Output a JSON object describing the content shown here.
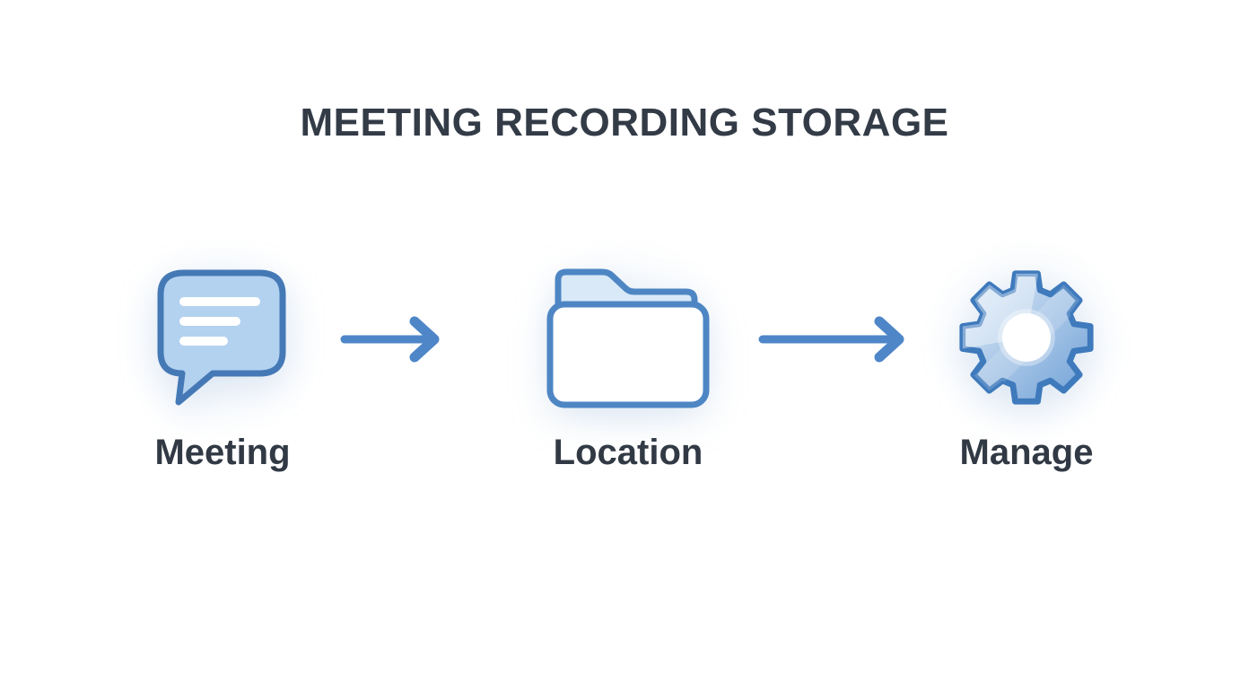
{
  "title": "MEETING RECORDING STORAGE",
  "steps": [
    {
      "label": "Meeting",
      "icon": "speech-bubble-icon"
    },
    {
      "label": "Location",
      "icon": "folder-icon"
    },
    {
      "label": "Manage",
      "icon": "gear-icon"
    }
  ],
  "arrows": [
    {
      "name": "flow-arrow-1",
      "direction": "right"
    },
    {
      "name": "flow-arrow-2",
      "direction": "right"
    }
  ],
  "colors": {
    "background": "#ffffff",
    "title_text": "#333b47",
    "label_text": "#313944",
    "bubble_fill": "#b3d2f0",
    "bubble_stroke": "#4579b6",
    "folder_stroke": "#4e86c4",
    "folder_tab_fill": "#d9e9f8",
    "gear_stroke": "#3e7abc",
    "gear_fill_light": "#e3eef9",
    "gear_fill_dark": "#6fa0d6",
    "arrow": "#4e86c8"
  }
}
